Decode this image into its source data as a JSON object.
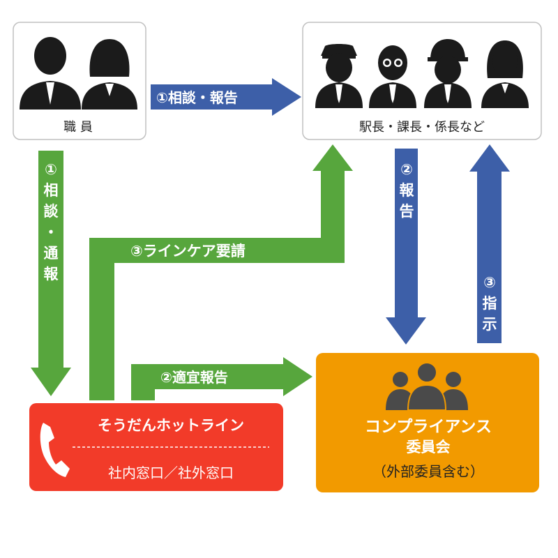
{
  "title": "",
  "colors": {
    "green": "#57a63d",
    "blue": "#3d5fa8",
    "red": "#f23b29",
    "orange": "#f29a00",
    "person": "#1b1b1b",
    "group": "#4a4a4a",
    "box_border": "#c0c0c0"
  },
  "nodes": {
    "staff": {
      "label": "職 員",
      "icon": "two-staff-people-icon"
    },
    "managers": {
      "label": "駅長・課長・係長など",
      "icon": "four-manager-people-icon"
    },
    "hotline": {
      "title": "そうだんホットライン",
      "subtitle": "社内窓口／社外窓口",
      "icon": "telephone-icon"
    },
    "committee": {
      "title_line1": "コンプライアンス",
      "title_line2": "委員会",
      "subtitle": "（外部委員含む）",
      "icon": "group-people-icon"
    }
  },
  "arrows": {
    "staff_to_managers": {
      "num": "①",
      "text": "相談・報告"
    },
    "staff_to_hotline": {
      "num": "①",
      "text_chars": [
        "相",
        "談",
        "・",
        "通",
        "報"
      ]
    },
    "hotline_to_managers": {
      "num": "③",
      "text": "ラインケア要請"
    },
    "hotline_to_committee": {
      "num": "②",
      "text": "適宜報告"
    },
    "managers_to_committee": {
      "num": "②",
      "text_chars": [
        "報",
        "告"
      ]
    },
    "committee_to_managers": {
      "num": "③",
      "text_chars": [
        "指",
        "示"
      ]
    }
  }
}
